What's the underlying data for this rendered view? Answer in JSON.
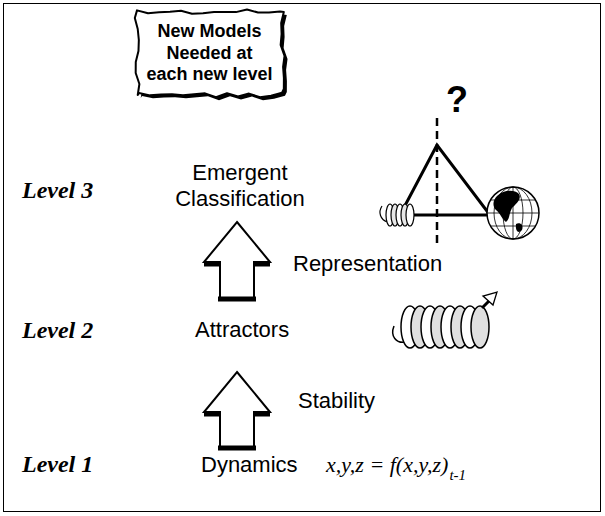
{
  "diagram": {
    "nodes": [
      {
        "text": [
          "New Models Needed at each new level"
        ]
      }
    ],
    "labels": [
      "?",
      "Level 3",
      "Emergent Classification",
      "Representation",
      "Level 2",
      "Attractors",
      "Stability",
      "Level 1",
      "Dynamics",
      "x,y,z = f(x,y,z)",
      "t-1"
    ]
  }
}
